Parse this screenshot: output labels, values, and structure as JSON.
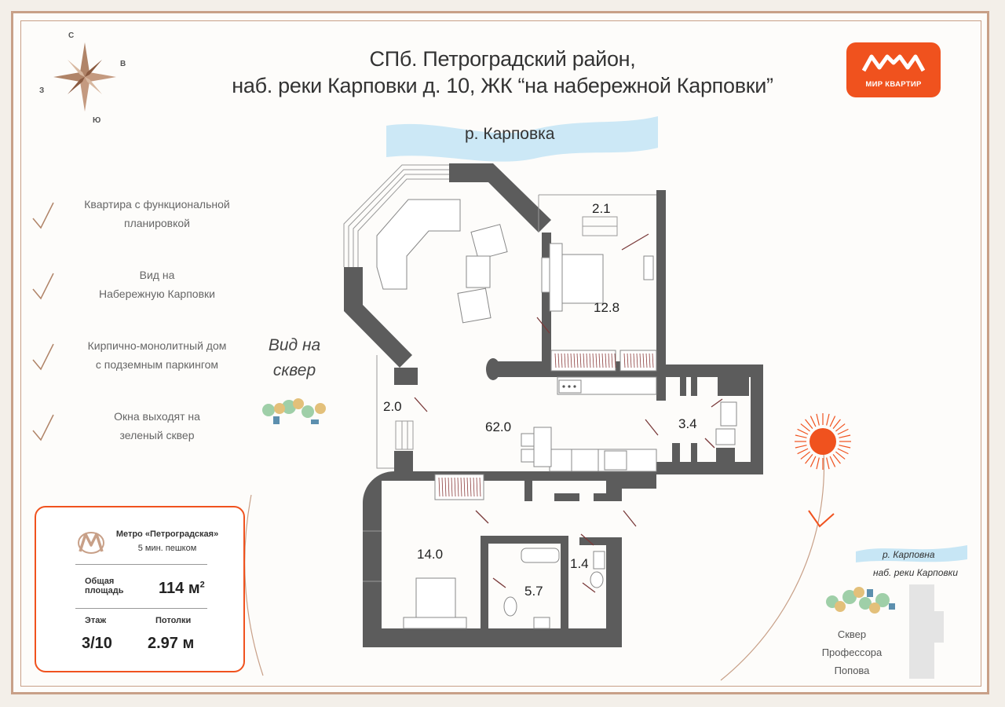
{
  "title": {
    "line1": "СПб. Петроградский район,",
    "line2": "наб. реки Карповки д. 10, ЖК “на набережной Карповки”"
  },
  "logo": {
    "text": "МИР КВАРТИР",
    "color": "#f0521e"
  },
  "compass": {
    "north": "С",
    "east": "В",
    "south": "Ю",
    "west": "З"
  },
  "river": {
    "label": "р. Карповка"
  },
  "features": [
    {
      "line1": "Квартира с функциональной",
      "line2": "планировкой"
    },
    {
      "line1": "Вид на",
      "line2": "Набережную Карповки"
    },
    {
      "line1": "Кирпично-монолитный дом",
      "line2": "с подземным паркингом"
    },
    {
      "line1": "Окна выходят на",
      "line2": "зеленый сквер"
    }
  ],
  "view": {
    "line1": "Вид на",
    "line2": "сквер"
  },
  "rooms": {
    "balcony": "2.1",
    "bedroom1": "12.8",
    "balcony2": "2.0",
    "living": "62.0",
    "bath1": "3.4",
    "bedroom2": "14.0",
    "bath2": "5.7",
    "wc": "1.4"
  },
  "info": {
    "metro": "Метро «Петроградская»",
    "walk": "5 мин. пешком",
    "area_label1": "Общая",
    "area_label2": "площадь",
    "area_value": "114 м",
    "area_sup": "2",
    "floor_label": "Этаж",
    "floor_value": "3/10",
    "ceiling_label": "Потолки",
    "ceiling_value": "2.97 м"
  },
  "location_map": {
    "river": "р. Карповна",
    "embankment": "наб. реки Карповки",
    "park_line1": "Сквер",
    "park_line2": "Профессора",
    "park_line3": "Попова"
  },
  "colors": {
    "accent": "#f0521e",
    "frame": "#c8a088",
    "wall": "#5c5c5c",
    "river": "#bfe3f4"
  }
}
